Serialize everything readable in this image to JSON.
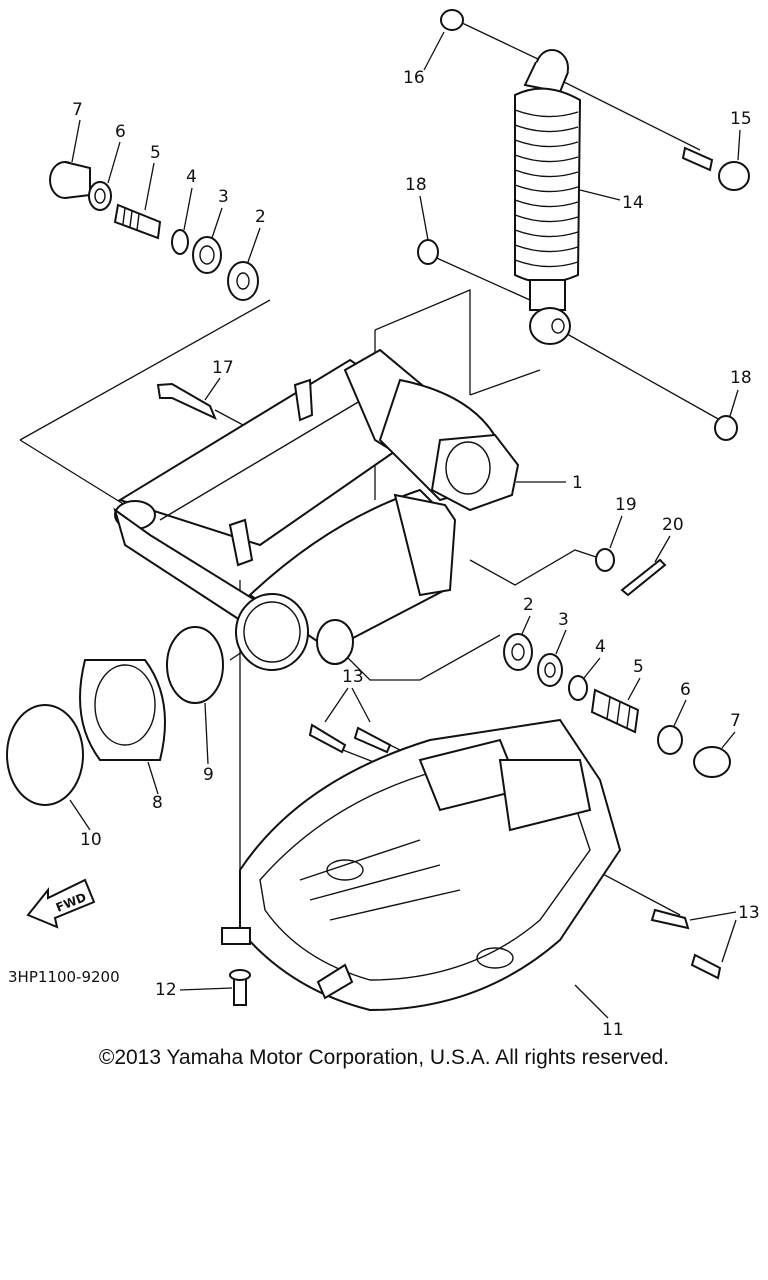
{
  "diagram": {
    "callouts": [
      "1",
      "2",
      "3",
      "4",
      "5",
      "6",
      "7",
      "8",
      "9",
      "10",
      "11",
      "12",
      "13",
      "14",
      "15",
      "16",
      "17",
      "18",
      "19",
      "20"
    ],
    "duplicate_callouts": {
      "2b": "2",
      "3b": "3",
      "4b": "4",
      "5b": "5",
      "6b": "6",
      "7b": "7",
      "13b": "13",
      "18b": "18"
    },
    "diagram_code": "3HP1100-9200",
    "fwd_label": "FWD"
  },
  "footer": {
    "copyright": "©2013 Yamaha Motor Corporation, U.S.A. All rights reserved."
  }
}
